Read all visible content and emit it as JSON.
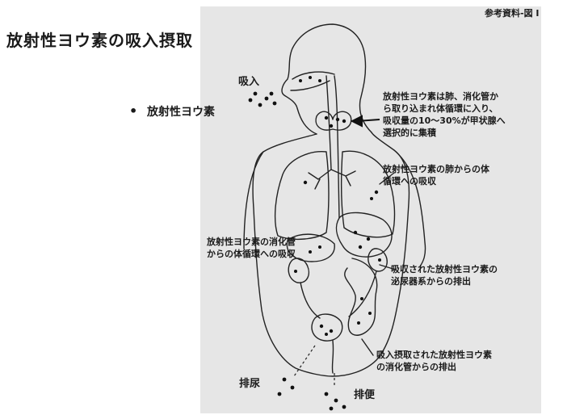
{
  "header": {
    "title": "放射性ヨウ素の吸入摂取",
    "reference": "参考資料-図 I"
  },
  "legend": {
    "bullet": "•",
    "label": "放射性ヨウ素"
  },
  "labels": {
    "inhalation": "吸入",
    "urination": "排尿",
    "defecation": "排便"
  },
  "annotations": {
    "thyroid": "放射性ヨウ素は肺、消化管か\nら取り込まれ体循環に入り、\n吸収量の10～30%が甲状腺へ\n選択的に集積",
    "lung": "放射性ヨウ素の肺からの体\n循環への吸収",
    "gut": "放射性ヨウ素の消化管\nからの体循環への吸収",
    "urinary": "吸収された放射性ヨウ素の\n泌尿器系からの排出",
    "fecal": "吸入摂取された放射性ヨウ素\nの消化管からの排出"
  }
}
